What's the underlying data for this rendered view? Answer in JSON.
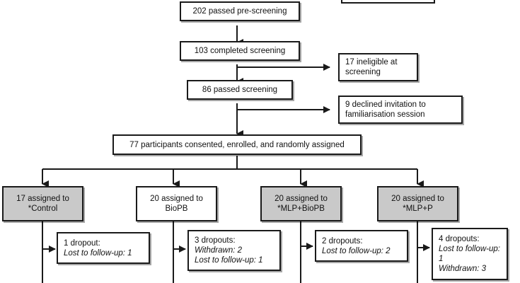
{
  "diagram": {
    "title": "CONSORT participant flow diagram",
    "type": "flowchart",
    "colors": {
      "box_border": "#1a1a1a",
      "box_fill": "#ffffff",
      "highlight_fill": "#c9c9c9",
      "text": "#111111"
    },
    "partial_top_box": {
      "label": ""
    },
    "nodes": {
      "prescreening": {
        "label": "202 passed pre-screening"
      },
      "completed_screening": {
        "label": "103 completed screening"
      },
      "ineligible": {
        "line1": "17 ineligible at",
        "line2": "screening"
      },
      "passed_screening": {
        "label": "86 passed screening"
      },
      "declined": {
        "line1": "9 declined invitation to",
        "line2": "familiarisation session"
      },
      "randomised": {
        "label": "77 participants consented, enrolled, and randomly assigned"
      }
    },
    "arms": [
      {
        "id": "control",
        "line1": "17 assigned to",
        "line2": "*Control",
        "highlighted": true,
        "dropouts": {
          "heading": "1 dropout:",
          "details": [
            "Lost to follow-up: 1"
          ]
        }
      },
      {
        "id": "biopb",
        "line1": "20 assigned to",
        "line2": "BioPB",
        "highlighted": false,
        "dropouts": {
          "heading": "3 dropouts:",
          "details": [
            "Withdrawn: 2",
            "Lost to follow-up: 1"
          ]
        }
      },
      {
        "id": "mlp-biopb",
        "line1": "20 assigned to",
        "line2": "*MLP+BioPB",
        "highlighted": true,
        "dropouts": {
          "heading": "2 dropouts:",
          "details": [
            "Lost to follow-up: 2"
          ]
        }
      },
      {
        "id": "mlp-p",
        "line1": "20 assigned to",
        "line2": "*MLP+P",
        "highlighted": true,
        "dropouts": {
          "heading": "4 dropouts:",
          "details": [
            "Lost to follow-up: 1",
            "Withdrawn: 3"
          ]
        }
      }
    ]
  }
}
